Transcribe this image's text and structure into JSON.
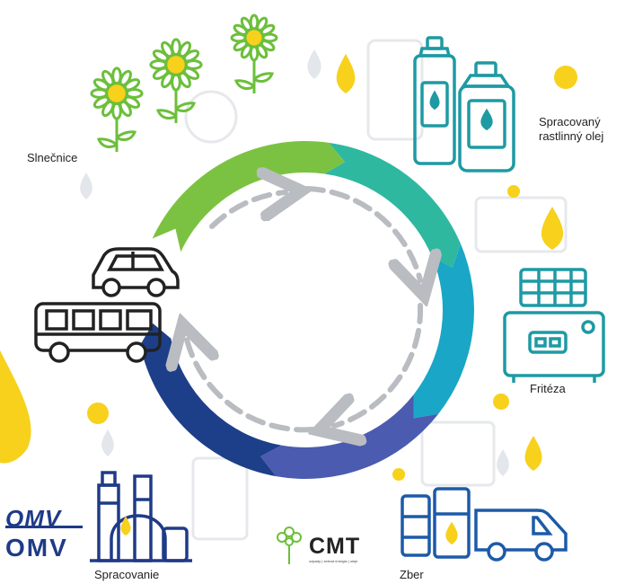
{
  "labels": {
    "sunflower": "Slnečnice",
    "processed_oil_line1": "Spracovaný",
    "processed_oil_line2": "rastlinný olej",
    "fryer": "Fritéza",
    "collection": "Zber",
    "processing": "Spracovanie"
  },
  "logos": {
    "omv_mark": "OMV",
    "omv_word": "OMV",
    "cmt_word": "CMT",
    "cmt_tagline": "odpady | zelená energia | oleje"
  },
  "colors": {
    "segment_green_light": "#7cc242",
    "segment_teal": "#2fb8a0",
    "segment_cyan": "#1aa6c6",
    "segment_indigo": "#4b5bb0",
    "segment_navy": "#1d3f8a",
    "drop_yellow": "#f7d11b",
    "drop_gray": "#e3e6ea",
    "icon_green": "#6cbf3b",
    "icon_teal": "#1e9aa3",
    "icon_navy": "#1f3b87",
    "icon_blue": "#1d5aa8",
    "arrows_gray": "#b9bcc1"
  }
}
